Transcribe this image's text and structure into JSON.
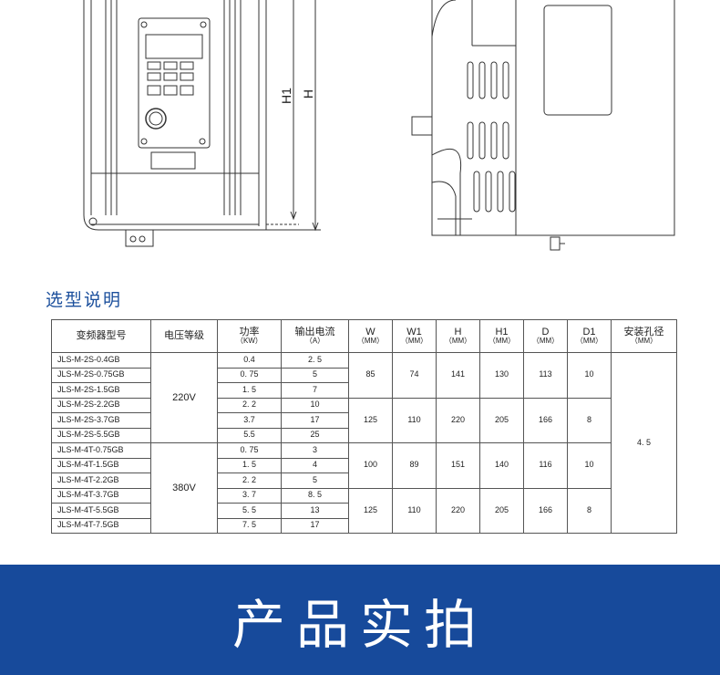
{
  "drawing": {
    "dim_h1": "H1",
    "dim_h": "H"
  },
  "section_title": "选型说明",
  "table": {
    "headers": [
      {
        "label": "变频器型号",
        "unit": ""
      },
      {
        "label": "电压等级",
        "unit": ""
      },
      {
        "label": "功率",
        "unit": "（KW）"
      },
      {
        "label": "输出电流",
        "unit": "（A）"
      },
      {
        "label": "W",
        "unit": "（MM）"
      },
      {
        "label": "W1",
        "unit": "（MM）"
      },
      {
        "label": "H",
        "unit": "（MM）"
      },
      {
        "label": "H1",
        "unit": "（MM）"
      },
      {
        "label": "D",
        "unit": "（MM）"
      },
      {
        "label": "D1",
        "unit": "（MM）"
      },
      {
        "label": "安装孔径",
        "unit": "（MM）"
      }
    ],
    "rows": [
      {
        "model": "JLS-M-2S-0.4GB",
        "power": "0.4",
        "current": "2. 5"
      },
      {
        "model": "JLS-M-2S-0.75GB",
        "power": "0. 75",
        "current": "5"
      },
      {
        "model": "JLS-M-2S-1.5GB",
        "power": "1. 5",
        "current": "7"
      },
      {
        "model": "JLS-M-2S-2.2GB",
        "power": "2. 2",
        "current": "10"
      },
      {
        "model": "JLS-M-2S-3.7GB",
        "power": "3.7",
        "current": "17"
      },
      {
        "model": "JLS-M-2S-5.5GB",
        "power": "5.5",
        "current": "25"
      },
      {
        "model": "JLS-M-4T-0.75GB",
        "power": "0. 75",
        "current": "3"
      },
      {
        "model": "JLS-M-4T-1.5GB",
        "power": "1. 5",
        "current": "4"
      },
      {
        "model": "JLS-M-4T-2.2GB",
        "power": "2. 2",
        "current": "5"
      },
      {
        "model": "JLS-M-4T-3.7GB",
        "power": "3. 7",
        "current": "8. 5"
      },
      {
        "model": "JLS-M-4T-5.5GB",
        "power": "5. 5",
        "current": "13"
      },
      {
        "model": "JLS-M-4T-7.5GB",
        "power": "7. 5",
        "current": "17"
      }
    ],
    "voltage_groups": [
      "220V",
      "380V"
    ],
    "dimension_groups": [
      {
        "W": "85",
        "W1": "74",
        "H": "141",
        "H1": "130",
        "D": "113",
        "D1": "10"
      },
      {
        "W": "125",
        "W1": "110",
        "H": "220",
        "H1": "205",
        "D": "166",
        "D1": "8"
      },
      {
        "W": "100",
        "W1": "89",
        "H": "151",
        "H1": "140",
        "D": "116",
        "D1": "10"
      },
      {
        "W": "125",
        "W1": "110",
        "H": "220",
        "H1": "205",
        "D": "166",
        "D1": "8"
      }
    ],
    "hole_diameter": "4. 5"
  },
  "banner": {
    "title": "产品实拍",
    "color": "#174a9b"
  }
}
